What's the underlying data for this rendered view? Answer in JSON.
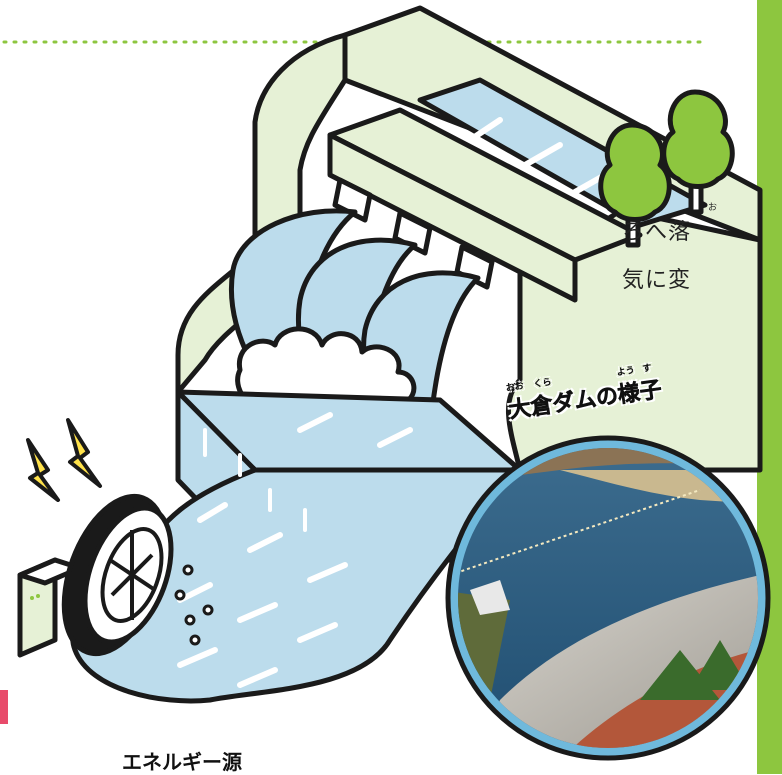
{
  "text": {
    "line1": "ろへ落",
    "line1_ruby": "お",
    "line2": "気に変",
    "bottom": "エネルギー源"
  },
  "photo": {
    "label_main": "大倉ダムの様子",
    "ruby": {
      "ookura_1": "おお",
      "ookura_2": "くら",
      "you": "よう",
      "su": "す"
    }
  },
  "colors": {
    "outline": "#1a1a1a",
    "dam_body": "#e6f1d6",
    "water": "#bcdcec",
    "water_highlight": "#ffffff",
    "tree": "#8dc63f",
    "lightning": "#ffe24a",
    "accent_green": "#8dc63f",
    "photo_ring": "#6fb9dc"
  },
  "icons": {
    "lightning": "lightning-bolt-icon",
    "tree": "tree-icon",
    "wheel": "water-wheel-icon"
  }
}
